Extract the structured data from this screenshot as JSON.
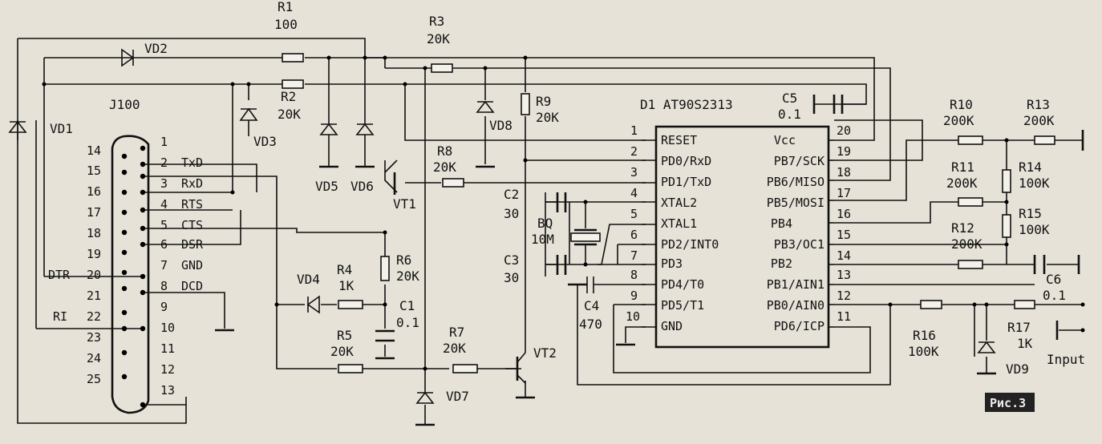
{
  "labels": {
    "r1": "R1",
    "r1_val": "100",
    "r2": "R2",
    "r2_val": "20K",
    "r3": "R3",
    "r3_val": "20K",
    "r4": "R4",
    "r4_val": "1K",
    "r5": "R5",
    "r5_val": "20K",
    "r6": "R6",
    "r6_val": "20K",
    "r7": "R7",
    "r7_val": "20K",
    "r8": "R8",
    "r8_val": "20K",
    "r9": "R9",
    "r9_val": "20K",
    "r10": "R10",
    "r10_val": "200K",
    "r11": "R11",
    "r11_val": "200K",
    "r12": "R12",
    "r12_val": "200K",
    "r13": "R13",
    "r13_val": "200K",
    "r14": "R14",
    "r14_val": "100K",
    "r15": "R15",
    "r15_val": "100K",
    "r16": "R16",
    "r16_val": "100K",
    "r17": "R17",
    "r17_val": "1K",
    "c1": "C1",
    "c1_val": "0.1",
    "c2": "C2",
    "c2_val": "30",
    "c3": "C3",
    "c3_val": "30",
    "c4": "C4",
    "c4_val": "470",
    "c5": "C5",
    "c5_val": "0.1",
    "c6": "C6",
    "c6_val": "0.1",
    "bq": "BQ",
    "bq_val": "10M",
    "vd1": "VD1",
    "vd2": "VD2",
    "vd3": "VD3",
    "vd4": "VD4",
    "vd5": "VD5",
    "vd6": "VD6",
    "vd7": "VD7",
    "vd8": "VD8",
    "vd9": "VD9",
    "vt1": "VT1",
    "vt2": "VT2",
    "j100": "J100",
    "d1": "D1 AT90S2313",
    "input": "Input",
    "figure": "Рис.3"
  },
  "connector": {
    "left_pins": [
      "14",
      "15",
      "16",
      "17",
      "18",
      "19",
      "20",
      "21",
      "22",
      "23",
      "24",
      "25"
    ],
    "right_pins": [
      "1",
      "2",
      "3",
      "4",
      "5",
      "6",
      "7",
      "8",
      "9",
      "10",
      "11",
      "12",
      "13"
    ],
    "right_signals": [
      "TxD",
      "RxD",
      "RTS",
      "CTS",
      "DSR",
      "GND",
      "DCD"
    ],
    "left_signals": {
      "dtr": "DTR",
      "ri": "RI"
    }
  },
  "chip": {
    "left_pin_numbers": [
      "1",
      "2",
      "3",
      "4",
      "5",
      "6",
      "7",
      "8",
      "9",
      "10"
    ],
    "left_pin_names": [
      "RESET",
      "PD0/RxD",
      "PD1/TxD",
      "XTAL2",
      "XTAL1",
      "PD2/INT0",
      "PD3",
      "PD4/T0",
      "PD5/T1",
      "GND"
    ],
    "right_pin_numbers": [
      "20",
      "19",
      "18",
      "17",
      "16",
      "15",
      "14",
      "13",
      "12",
      "11"
    ],
    "right_pin_names": [
      "Vcc",
      "PB7/SCK",
      "PB6/MISO",
      "PB5/MOSI",
      "PB4",
      "PB3/OC1",
      "PB2",
      "PB1/AIN1",
      "PB0/AIN0",
      "PD6/ICP"
    ]
  }
}
